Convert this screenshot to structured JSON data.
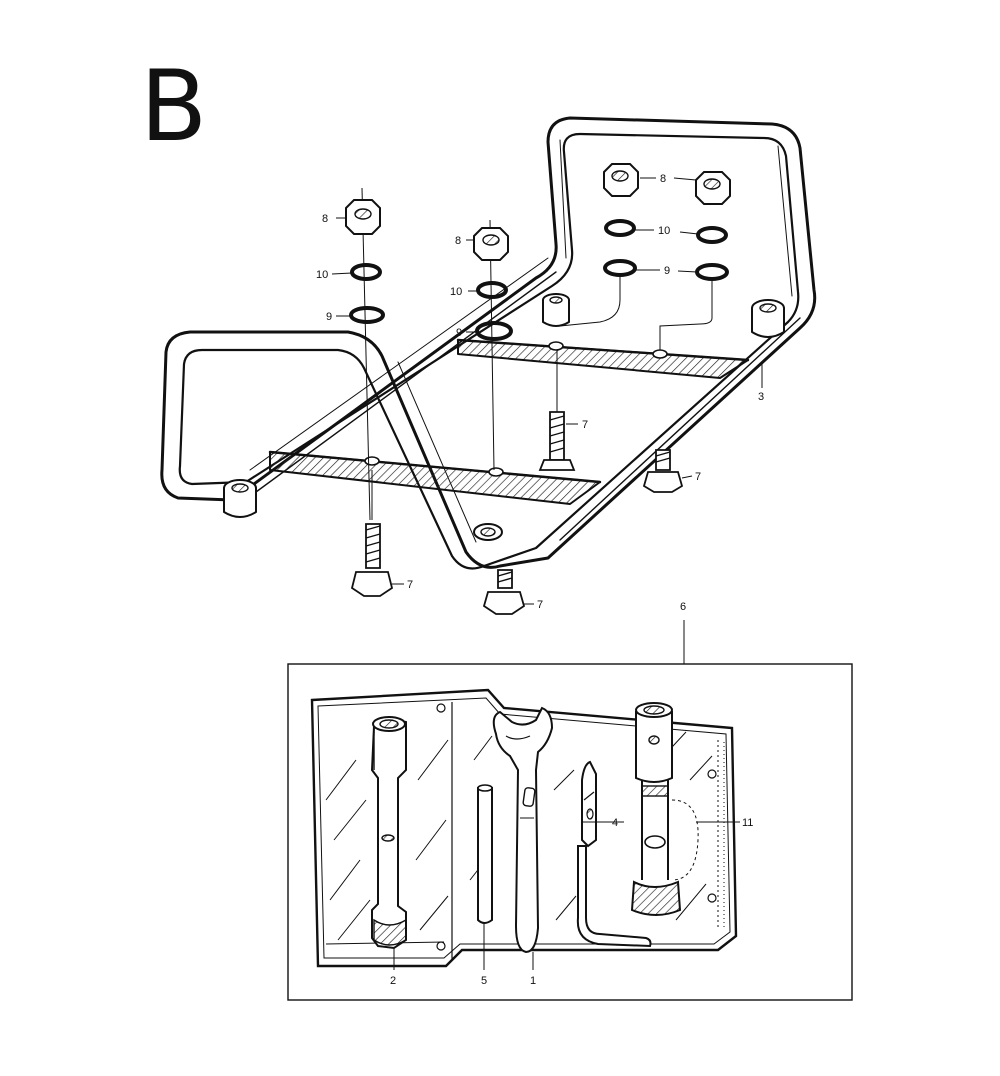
{
  "section": {
    "letter": "B"
  },
  "callouts": {
    "nut_left": "8",
    "lockwasher_left": "10",
    "washer_left": "9",
    "nut_mid": "8",
    "lockwasher_mid": "10",
    "washer_mid": "9",
    "nut_right": "8",
    "lockwasher_right": "10",
    "washer_right": "9",
    "carrier": "3",
    "bolt_center": "7",
    "bolt_right": "7",
    "bolt_left": "7",
    "bolt_front": "7",
    "tool_kit": "6",
    "box_spanner_large": "2",
    "pin": "5",
    "wrench": "1",
    "screwdriver": "4",
    "box_spanner_small": "11"
  }
}
